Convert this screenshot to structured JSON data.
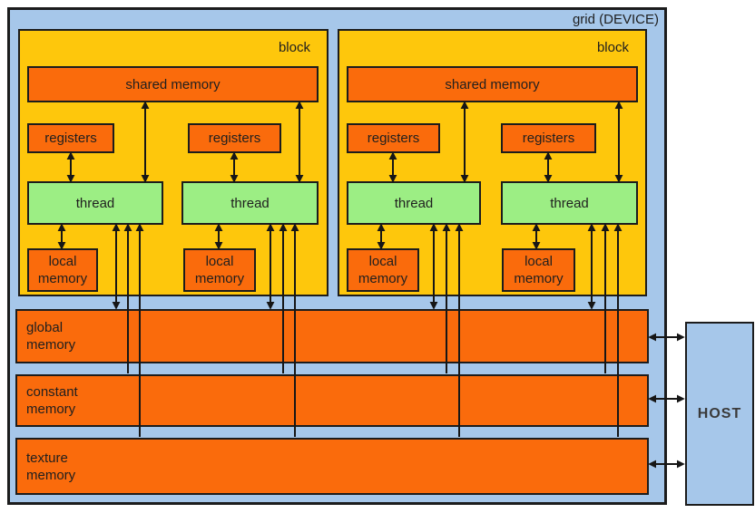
{
  "labels": {
    "grid_title": "grid (DEVICE)",
    "block": "block",
    "shared_memory": "shared memory",
    "registers": "registers",
    "thread": "thread",
    "local_memory": "local memory",
    "global_memory": "global memory",
    "constant_memory": "constant memory",
    "texture_memory": "texture memory",
    "host": "HOST"
  },
  "colors": {
    "device_blue": "#a6c7ea",
    "block_gold": "#fec70c",
    "memory_orange": "#fa6b0c",
    "thread_green": "#9cee84",
    "border": "#1c1c1c",
    "arrow": "#161616",
    "text": "#1f1f1f",
    "host_text": "#3a3a3a",
    "page_background": "#ffffff"
  }
}
